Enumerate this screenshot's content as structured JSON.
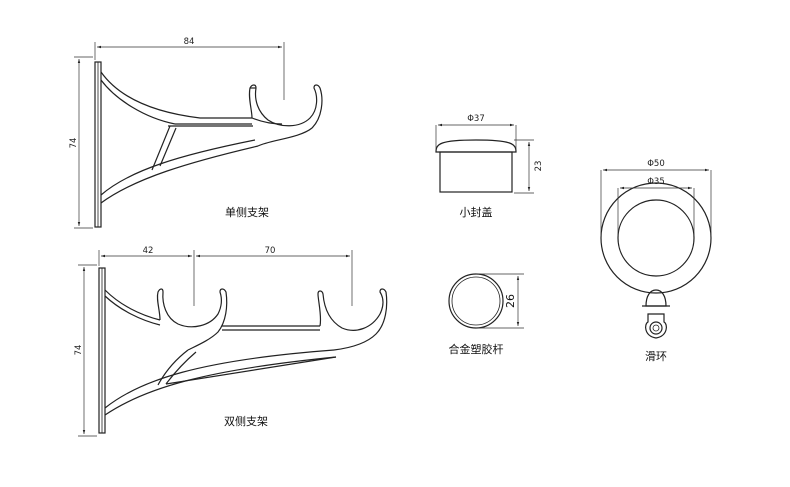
{
  "parts": {
    "single_bracket": {
      "caption": "单侧支架",
      "width_dim": "84",
      "height_dim": "74"
    },
    "double_bracket": {
      "caption": "双侧支架",
      "width_dim_left": "42",
      "width_dim_right": "70",
      "height_dim": "74"
    },
    "end_cap": {
      "caption": "小封盖",
      "diameter_dim": "Φ37",
      "height_dim": "23"
    },
    "rod": {
      "caption": "合金塑胶杆",
      "diameter_dim": "26"
    },
    "ring": {
      "caption": "滑环",
      "outer_dim": "Φ50",
      "inner_dim": "Φ35"
    }
  }
}
